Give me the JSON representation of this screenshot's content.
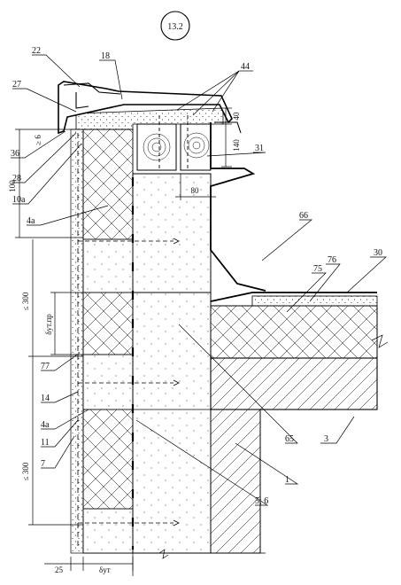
{
  "sheet_number": "13.2",
  "leader_labels": {
    "l22": "22",
    "l18": "18",
    "l44": "44",
    "l27": "27",
    "l31": "31",
    "l36": "36",
    "l28": "28",
    "l10a": "10а",
    "l4a_top": "4а",
    "l66": "66",
    "l30": "30",
    "l76": "76",
    "l75": "75",
    "l77": "77",
    "l14": "14",
    "l4a_bot": "4а",
    "l11": "11",
    "l7": "7",
    "l65": "65",
    "l3": "3",
    "l1": "1",
    "l56": "5; 6"
  },
  "dimensions": {
    "d40": "40",
    "d140": "140",
    "d80": "80",
    "d6": "≥ 6",
    "d100": "100",
    "d300_top": "≤ 300",
    "d300_bot": "≤ 300",
    "d_delta_ut_pr": "δут.пр",
    "d25": "25",
    "d_delta_ut": "δут"
  }
}
